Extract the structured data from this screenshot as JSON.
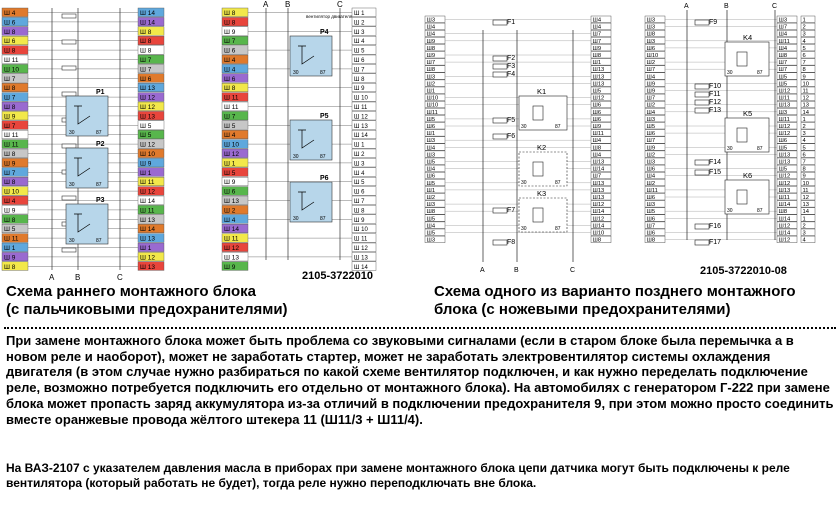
{
  "early_block": {
    "code": "2105-3722010",
    "caption_line1": "Схема раннего монтажного блока",
    "caption_line2": "(с пальчиковыми предохранителями)",
    "left_pins": [
      "Ш 4",
      "Ш 6",
      "Ш 8",
      "Ш 6",
      "Ш 8",
      "Ш 11",
      "Ш 10",
      "Ш 7",
      "Ш 8",
      "Ш 7",
      "Ш 8",
      "Ш 9",
      "Ш 7",
      "Ш 11",
      "Ш 11",
      "Ш 8",
      "Ш 9",
      "Ш 7",
      "Ш 8",
      "Ш 10",
      "Ш 4",
      "Ш 9",
      "Ш 8",
      "Ш 5",
      "Ш 11",
      "Ш 1",
      "Ш 9",
      "Ш 8"
    ],
    "right_pins": [
      "Ш 14",
      "Ш 14",
      "Ш 8",
      "Ш 8",
      "Ш 8",
      "Ш 7",
      "Ш 7",
      "Ш 6",
      "Ш 13",
      "Ш 12",
      "Ш 12",
      "Ш 13",
      "Ш 5",
      "Ш 5",
      "Ш 12",
      "Ш 10",
      "Ш 9",
      "Ш 1",
      "Ш 11",
      "Ш 12",
      "Ш 14",
      "Ш 11",
      "Ш 13",
      "Ш 14",
      "Ш 13",
      "Ш 1",
      "Ш 12",
      "Ш 13"
    ],
    "middle_pins": [
      "Ш 8",
      "Ш 8",
      "Ш 9",
      "Ш 7",
      "Ш 6",
      "Ш 4",
      "Ш 4",
      "Ш 6",
      "Ш 8",
      "Ш 11",
      "Ш 11",
      "Ш 7",
      "Ш 5",
      "Ш 4",
      "Ш 10",
      "Ш 12",
      "Ш 1",
      "Ш 5",
      "Ш 9",
      "Ш 6",
      "Ш 13",
      "Ш 2",
      "Ш 4",
      "Ш 14",
      "Ш 11",
      "Ш 12",
      "Ш 13",
      "Ш 9"
    ],
    "far_right_pins": [
      "Ш 1",
      "Ш 2",
      "Ш 3",
      "Ш 4",
      "Ш 5",
      "Ш 6",
      "Ш 7",
      "Ш 8",
      "Ш 9",
      "Ш 10",
      "Ш 11",
      "Ш 12",
      "Ш 13",
      "Ш 14",
      "Ш 1",
      "Ш 2",
      "Ш 3",
      "Ш 4",
      "Ш 5",
      "Ш 6",
      "Ш 7",
      "Ш 8",
      "Ш 9",
      "Ш 10",
      "Ш 11",
      "Ш 12",
      "Ш 13",
      "Ш 14"
    ],
    "relays": [
      "P1",
      "P2",
      "P3",
      "P4",
      "P5",
      "P6"
    ],
    "relay_p4_note": "вентилятор двигателя",
    "buses": [
      "A",
      "B",
      "C"
    ],
    "pin_colors": [
      "#ffffff",
      "#e07a2c",
      "#f2e84a",
      "#58b64c",
      "#5fa8dd",
      "#e8453c",
      "#c7c7c7",
      "#9a6ad0"
    ]
  },
  "late_block": {
    "code": "2105-3722010-08",
    "caption_line1": "Схема одного из варианто позднего монтажного",
    "caption_line2": "блока (с ножевыми предохранителями)",
    "fuses_a": [
      "F1",
      "F2",
      "F3",
      "F4",
      "F5",
      "F6",
      "F7",
      "F8"
    ],
    "fuses_b": [
      "F9",
      "F10",
      "F11",
      "F12",
      "F13",
      "F14",
      "F15",
      "F16",
      "F17"
    ],
    "relays_a": [
      "K1",
      "K2",
      "K3"
    ],
    "relays_b": [
      "K4",
      "K5",
      "K6"
    ],
    "buses": [
      "A",
      "B",
      "C"
    ],
    "left_pins_a": [
      "Ш3",
      "Ш4",
      "Ш4",
      "Ш9",
      "Ш8",
      "Ш9",
      "Ш7",
      "Ш8",
      "Ш3",
      "Ш2",
      "Ш1",
      "Ш10",
      "Ш10",
      "Ш11",
      "Ш5",
      "Ш6",
      "Ш1",
      "Ш3",
      "Ш4",
      "Ш3",
      "Ш5",
      "Ш4",
      "Ш6",
      "Ш5",
      "Ш1",
      "Ш2",
      "Ш3",
      "Ш8",
      "Ш5",
      "Ш4",
      "Ш5",
      "Ш3"
    ],
    "right_pins_a": [
      "Ш4",
      "Ш4",
      "Ш7",
      "Ш7",
      "Ш9",
      "Ш8",
      "Ш1",
      "Ш13",
      "Ш13",
      "Ш13",
      "Ш5",
      "Ш12",
      "Ш6",
      "Ш6",
      "Ш6",
      "Ш9",
      "Ш11",
      "Ш4",
      "Ш8",
      "Ш4",
      "Ш13",
      "Ш14",
      "Ш7",
      "Ш13",
      "Ш13",
      "Ш13",
      "Ш12",
      "Ш14",
      "Ш12",
      "Ш14",
      "Ш10",
      "Ш8"
    ],
    "left_pins_b": [
      "Ш3",
      "Ш3",
      "Ш8",
      "Ш3",
      "Ш6",
      "Ш10",
      "Ш2",
      "Ш7",
      "Ш4",
      "Ш9",
      "Ш9",
      "Ш7",
      "Ш2",
      "Ш4",
      "Ш3",
      "Ш5",
      "Ш6",
      "Ш7",
      "Ш9",
      "Ш2",
      "Ш3",
      "Ш6",
      "Ш4",
      "Ш2",
      "Ш11",
      "Ш6",
      "Ш3",
      "Ш5",
      "Ш6",
      "Ш7",
      "Ш6",
      "Ш8"
    ],
    "right_pins_b": [
      "Ш3",
      "Ш7",
      "Ш4",
      "Ш11",
      "Ш4",
      "Ш8",
      "Ш7",
      "Ш7",
      "Ш5",
      "Ш5",
      "Ш12",
      "Ш11",
      "Ш13",
      "Ш3",
      "Ш11",
      "Ш12",
      "Ш12",
      "Ш6",
      "Ш5",
      "Ш13",
      "Ш13",
      "Ш5",
      "Ш12",
      "Ш12",
      "Ш13",
      "Ш11",
      "Ш14",
      "Ш8",
      "Ш14",
      "Ш12",
      "Ш14",
      "Ш12"
    ],
    "far_right_pins": [
      "1",
      "2",
      "3",
      "4",
      "5",
      "6",
      "7",
      "8",
      "9",
      "10",
      "11",
      "12",
      "13",
      "14",
      "1",
      "2",
      "3",
      "4",
      "5",
      "6",
      "7",
      "8",
      "9",
      "10",
      "11",
      "12",
      "13",
      "14",
      "1",
      "2",
      "3",
      "4"
    ]
  },
  "text": {
    "paragraph": "При замене монтажного блока может быть проблема со звуковыми сигналами (если в старом блоке была перемычка а в новом реле и наоборот), может не заработать стартер, может не заработать электровентилятор системы охлаждения двигателя (в этом случае нужно разбираться по какой схеме вентилятор подключен, и как нужно переделать подключение реле, возможно потребуется подключить его отдельно от монтажного блока). На автомобилях с генератором Г-222 при замене блока может пропасть заряд аккумулятора из-за отличий в подключении предохранителя 9, при этом можно просто соединить вместе оранжевые провода жёлтого штекера 11 (Ш11/3 + Ш11/4).",
    "note": "На ВАЗ-2107 с указателем давления масла в приборах при замене монтажного блока цепи датчика могут быть подключены к реле вентилятора (который работать не будет), тогда реле нужно переподключать вне блока."
  }
}
